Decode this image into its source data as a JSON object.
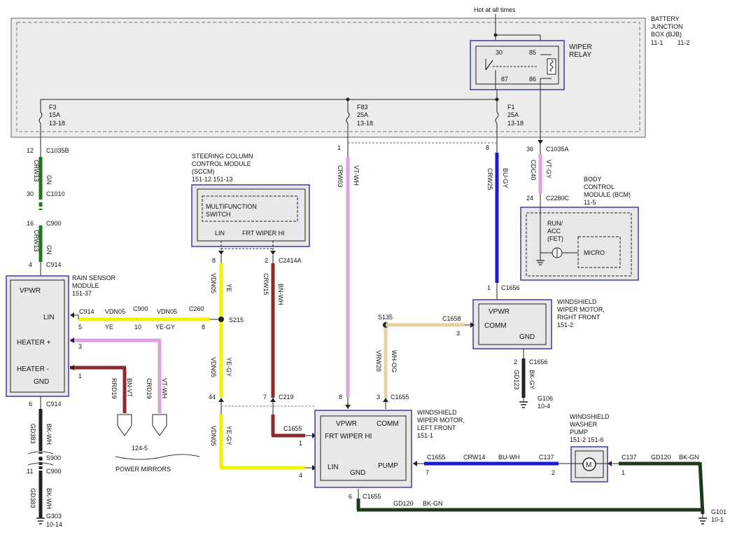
{
  "bjb": {
    "title_line1": "BATTERY",
    "title_line2": "JUNCTION",
    "title_line3": "BOX (BJB)",
    "ref_a": "11-1",
    "ref_b": "11-2",
    "hot_label": "Hot at all times"
  },
  "relay": {
    "title_line1": "WIPER",
    "title_line2": "RELAY",
    "p30": "30",
    "p85": "85",
    "p87": "87",
    "p86": "86"
  },
  "fuses": {
    "f3": {
      "name": "F3",
      "amps": "15A",
      "ref": "13-18"
    },
    "f83": {
      "name": "F83",
      "amps": "25A",
      "ref": "13-18"
    },
    "f1": {
      "name": "F1",
      "amps": "25A",
      "ref": "13-18"
    }
  },
  "connectors": {
    "c1035b": "C1035B",
    "c1035a": "C1035A",
    "c1010": "C1010",
    "c900": "C900",
    "c914": "C914",
    "c2280c": "C2280C",
    "c2414a": "C2414A",
    "c260": "C260",
    "c1656": "C1656",
    "c1658": "C1658",
    "c1655": "C1655",
    "c219": "C219",
    "c137": "C137",
    "s900": "S900",
    "s215": "S215",
    "s135": "S135"
  },
  "pins": {
    "p12": "12",
    "p30": "30",
    "p16": "16",
    "p4": "4",
    "p6": "6",
    "p11": "11",
    "p36": "36",
    "p24": "24",
    "p1": "1",
    "p8": "8",
    "p2": "2",
    "p5": "5",
    "p10": "10",
    "p3": "3",
    "p44": "44",
    "p7": "7"
  },
  "wires": {
    "crw13": "CRW13",
    "gn": "GN",
    "gd383": "GD383",
    "bk_wh": "BK-WH",
    "crw03": "CRW03",
    "vt_wh": "VT-WH",
    "crw25": "CRW25",
    "bu_gy": "BU-GY",
    "cdc40": "CDC40",
    "vt_gy": "VT-GY",
    "vdn05": "VDN05",
    "ye": "YE",
    "ye_gy": "YE-GY",
    "crw15": "CRW15",
    "bn_wh": "BN-WH",
    "rrd19": "RRD19",
    "bn_vt": "BN-VT",
    "crd19": "CRD19",
    "vrw28": "VRW28",
    "wh_og": "WH-OG",
    "gd123": "GD123",
    "bk_gy": "BK-GY",
    "crw14": "CRW14",
    "bu_wh": "BU-WH",
    "gd120": "GD120",
    "bk_gn": "BK-GN"
  },
  "sccm": {
    "title_line1": "STEERING COLUMN",
    "title_line2": "CONTROL MODULE",
    "title_line3": "(SCCM)",
    "ref": "151-12  151-13",
    "switch_line1": "MULTIFUNCTION",
    "switch_line2": "SWITCH",
    "lin": "LIN",
    "frt_wiper_hi": "FRT WIPER HI"
  },
  "bcm": {
    "title_line1": "BODY",
    "title_line2": "CONTROL",
    "title_line3": "MODULE (BCM)",
    "ref": "11-5",
    "run_line1": "RUN/",
    "run_line2": "ACC",
    "run_line3": "(FET)",
    "micro": "MICRO"
  },
  "rain": {
    "title_line1": "RAIN SENSOR",
    "title_line2": "MODULE",
    "ref": "151-37",
    "vpwr": "VPWR",
    "lin": "LIN",
    "heater_pos": "HEATER +",
    "heater_neg": "HEATER -",
    "gnd": "GND"
  },
  "wmr": {
    "title_line1": "WINDSHIELD",
    "title_line2": "WIPER MOTOR,",
    "title_line3": "RIGHT FRONT",
    "ref": "151-2",
    "vpwr": "VPWR",
    "comm": "COMM",
    "gnd": "GND"
  },
  "wml": {
    "title_line1": "WINDSHIELD",
    "title_line2": "WIPER MOTOR,",
    "title_line3": "LEFT FRONT",
    "ref": "151-1",
    "vpwr": "VPWR",
    "comm": "COMM",
    "frt_wiper_hi": "FRT WIPER HI",
    "lin": "LIN",
    "gnd": "GND",
    "pump": "PUMP"
  },
  "washer": {
    "title_line1": "WINDSHIELD",
    "title_line2": "WASHER",
    "title_line3": "PUMP",
    "ref": "151-2  151-6",
    "motor": "M"
  },
  "mirrors": {
    "ref": "124-5",
    "label": "POWER MIRRORS"
  },
  "grounds": {
    "g303": {
      "name": "G303",
      "ref": "10-14"
    },
    "g106": {
      "name": "G106",
      "ref": "10-4"
    },
    "g101": {
      "name": "G101",
      "ref": "10-1"
    }
  },
  "colors": {
    "green": "#1f7a1f",
    "yellow": "#f2f200",
    "violet": "#e0a0e0",
    "blue": "#1a1ad0",
    "brown": "#8b2a2a",
    "tan": "#e8d0a0",
    "darkgreen": "#1a3a1a",
    "box_border": "#3a3aaa",
    "box_fill": "#e8e8e8"
  }
}
